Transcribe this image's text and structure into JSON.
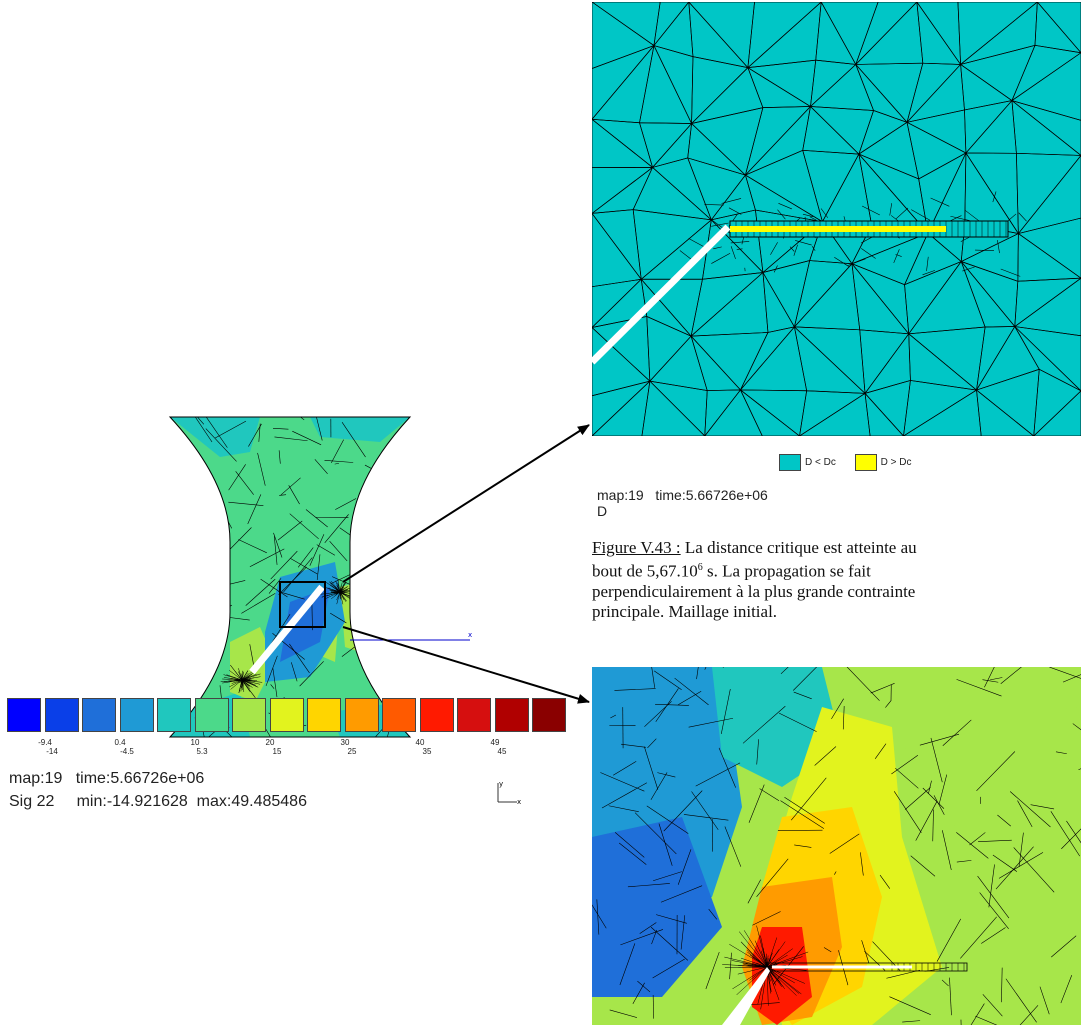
{
  "colors": {
    "scale": [
      "#0000ff",
      "#0a3fe8",
      "#1f6fd9",
      "#1f9ad5",
      "#20c7be",
      "#4cd98a",
      "#a7e64a",
      "#e2f31e",
      "#ffd500",
      "#ff9b00",
      "#ff5a00",
      "#ff1a00",
      "#d60f0f",
      "#b00000",
      "#8a0000"
    ],
    "cyan": "#00c6c6",
    "yellow": "#ffff00",
    "mesh": "#000000",
    "vector": "#0000cc"
  },
  "left_panel": {
    "legend_ticks_top": [
      "-9.4",
      "0.4",
      "10",
      "20",
      "30",
      "40",
      "49"
    ],
    "legend_ticks_bottom": [
      "-14",
      "-4.5",
      "5.3",
      "15",
      "25",
      "35",
      "45"
    ],
    "info_line1": "map:19   time:5.66726e+06",
    "info_line2": "Sig 22     min:-14.921628  max:49.485486",
    "axis_y": "y",
    "axis_x": "x",
    "vector_label": "x"
  },
  "top_right": {
    "legend_low": "D < Dc",
    "legend_high": "D > Dc",
    "info_line1": "map:19   time:5.66726e+06",
    "info_line2": "D"
  },
  "caption": {
    "label": "Figure V.43 :",
    "line1": " La distance critique est atteinte au",
    "line2a": "bout  de  5,67.10",
    "line2sup": "6",
    "line2b": "  s.  La  propagation  se  fait",
    "line3": "perpendiculairement à la plus grande contrainte",
    "line4": "principale. Maillage initial."
  }
}
